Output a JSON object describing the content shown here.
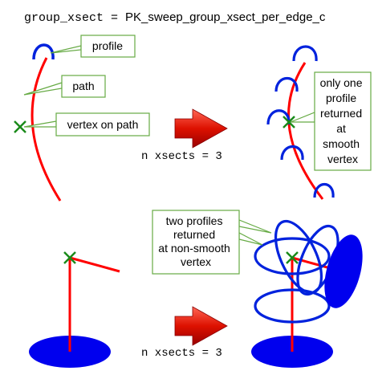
{
  "title_code": "group_xsect",
  "title_eq": " = ",
  "title_function": "PK_sweep_group_xsect_per_edge_c",
  "labels": {
    "profile": "profile",
    "path": "path",
    "vertex": "vertex on path",
    "one_profile": [
      "only one",
      "profile",
      "returned",
      "at",
      "smooth",
      "vertex"
    ],
    "two_profiles": [
      "two profiles",
      "returned",
      "at non-smooth",
      "vertex"
    ]
  },
  "counts": {
    "top": "n xsects = 3",
    "bottom": "n xsects = 3"
  },
  "colors": {
    "path": "#ff0000",
    "profile": "#0022dd",
    "vertex_marker": "#1a8a1a",
    "arrow": "#cc0000",
    "callout_border": "#66aa44"
  }
}
